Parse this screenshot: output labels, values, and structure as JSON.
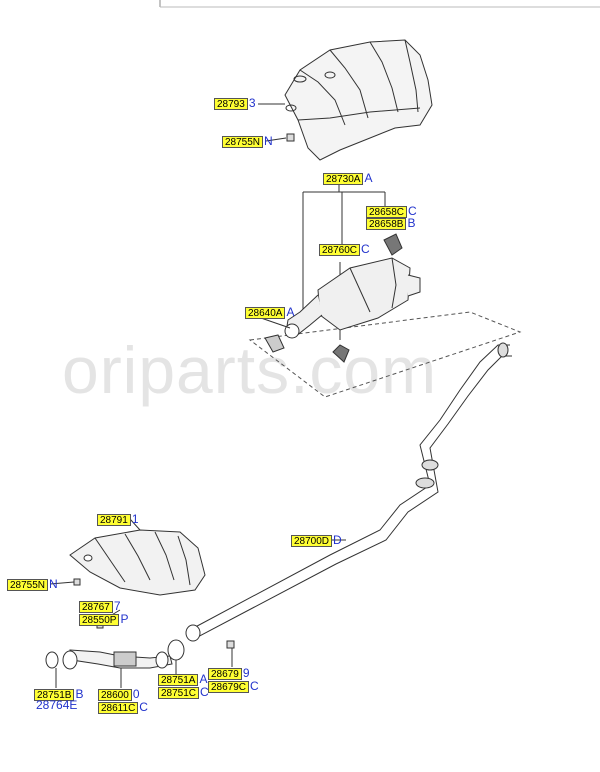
{
  "watermark": "oriparts.com",
  "callouts": [
    {
      "id": "28793",
      "suffix": "3"
    },
    {
      "id": "28755N",
      "suffix": "N"
    },
    {
      "id": "28730A",
      "suffix": "A"
    },
    {
      "id": "28658C",
      "suffix": "C"
    },
    {
      "id": "28658B",
      "suffix": "B"
    },
    {
      "id": "28760C",
      "suffix": "C"
    },
    {
      "id": "28640A",
      "suffix": "A"
    },
    {
      "id": "28791",
      "suffix": "1"
    },
    {
      "id": "28700D",
      "suffix": "D"
    },
    {
      "id": "28755N",
      "suffix": "N"
    },
    {
      "id": "28767",
      "suffix": "7"
    },
    {
      "id": "28550P",
      "suffix": "P"
    },
    {
      "id": "28751A",
      "suffix": "A"
    },
    {
      "id": "28751C",
      "suffix": "C"
    },
    {
      "id": "28679",
      "suffix": "9"
    },
    {
      "id": "28679C",
      "suffix": "C"
    },
    {
      "id": "28751B",
      "suffix": "B"
    },
    {
      "id": "28600",
      "suffix": "0"
    },
    {
      "id": "28611C",
      "suffix": "C"
    }
  ],
  "plain_labels": [
    "28764E"
  ]
}
